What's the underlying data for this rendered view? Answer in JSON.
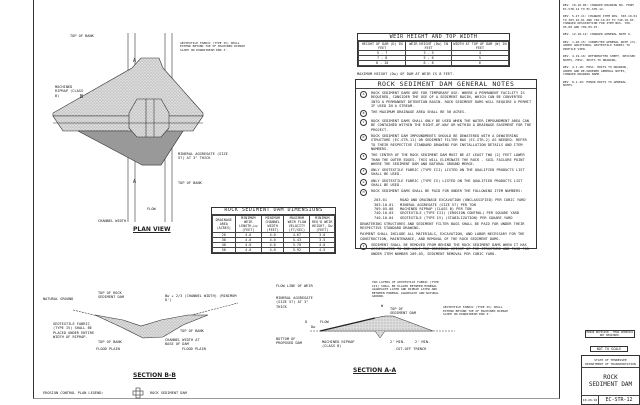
{
  "weir_table": {
    "title": "WEIR HEIGHT AND TOP WIDTH",
    "headers": [
      "HEIGHT OF DAM (D) IN FEET",
      "WEIR HEIGHT (Dw) IN FEET",
      "WIDTH AT TOP OF DAM (W) IN FEET"
    ],
    "rows": [
      [
        "5 - 7",
        "3 - 5",
        "4"
      ],
      [
        "7 - 8",
        "5 - 6",
        "5"
      ],
      [
        "8 - 10",
        "6 - 8",
        "6"
      ]
    ],
    "footnote": "MAXIMUM HEIGHT (Dw) OF DAM AT WEIR IS 8 FEET."
  },
  "notes": {
    "title": "ROCK SEDIMENT DAM GENERAL NOTES",
    "items": [
      {
        "n": "A",
        "text": "ROCK SEDIMENT DAMS ARE FOR TEMPORARY USE. WHERE A PERMANENT FACILITY IS REQUIRED, CONSIDER THE USE OF A SEDIMENT BASIN, WHICH CAN BE CONVERTED INTO A PERMANENT DETENTION BASIN. ROCK SEDIMENT DAMS WILL REQUIRE A PERMIT IF USED IN A STREAM."
      },
      {
        "n": "B",
        "text": "THE MAXIMUM DRAINAGE AREA SHALL BE 50 ACRES."
      },
      {
        "n": "C",
        "text": "ROCK SEDIMENT DAMS SHALL ONLY BE USED WHEN THE WATER IMPOUNDMENT AREA CAN BE CONTAINED WITHIN THE RIGHT-OF-WAY OR WITHIN A DRAINAGE EASEMENT FOR THE PROJECT."
      },
      {
        "n": "D",
        "text": "ROCK SEDIMENT DAM IMPOUNDMENTS SHOULD BE DEWATERED WITH A DEWATERING STRUCTURE (EC-STR-11) OR SEDIMENT FILTER BAG (EC-STR-2) AS NEEDED. REFER TO THEIR RESPECTIVE STANDARD DRAWING FOR INSTALLATION DETAILS AND ITEM NUMBERS."
      },
      {
        "n": "E",
        "text": "THE CENTER OF THE ROCK SEDIMENT DAM MUST BE AT LEAST TWO (2) FEET LOWER THAN THE OUTER EDGES. THIS WILL ELIMINATE THE ROCK - SOIL FAILURE POINT WHERE THE SEDIMENT DAM AND NATURAL GROUND MERGE."
      },
      {
        "n": "F",
        "text": "ONLY GEOTEXTILE FABRIC (TYPE III) LISTED ON THE QUALIFIED PRODUCTS LIST SHALL BE USED."
      },
      {
        "n": "G",
        "text": "ONLY GEOTEXTILE FABRIC (TYPE IV) LISTED ON THE QUALIFIED PRODUCTS LIST SHALL BE USED."
      },
      {
        "n": "H",
        "text": "ROCK SEDIMENT DAMS SHALL BE PAID FOR UNDER THE FOLLOWING ITEM NUMBERS:"
      }
    ],
    "pay_items": [
      [
        "203-01",
        "ROAD AND DRAINAGE EXCAVATION (UNCLASSIFIED) PER CUBIC YARD"
      ],
      [
        "303-10.01",
        "MINERAL AGGREGATE (SIZE 57) PER TON"
      ],
      [
        "709-05.08",
        "MACHINED RIPRAP (CLASS B) PER TON"
      ],
      [
        "740-10.03",
        "GEOTEXTILE (TYPE III) (EROSION CONTROL) PER SQUARE YARD"
      ],
      [
        "740-10.04",
        "GEOTEXTILE (TYPE IV) (STABILIZATION) PER SQUARE YARD"
      ]
    ],
    "para1": "DEWATERING STRUCTURES AND SEDIMENT FILTER BAGS SHALL BE PAID FOR UNDER THEIR RESPECTIVE STANDARD DRAWING.",
    "para2": "PAYMENT SHALL INCLUDE ALL MATERIALS, EXCAVATION, AND LABOR NECESSARY FOR THE CONSTRUCTION, MAINTENANCE, AND REMOVAL OF THE ROCK SEDIMENT DAMS.",
    "last": {
      "n": "I",
      "text": "SEDIMENT SHALL BE REMOVED FROM BEHIND THE ROCK SEDIMENT DAMS WHEN IT HAS ACCUMULATED TO ONE-HALF THE ORIGINAL HEIGHT OF THE STRUCTURE AND PAID FOR UNDER ITEM NUMBER 209-05, SEDIMENT REMOVAL PER CUBIC YARD."
    }
  },
  "dims_table": {
    "title": "ROCK SEDIMENT DAM DIMENSIONS",
    "headers": [
      "DRAINAGE AREA (ACRES)",
      "MINIMUM WEIR LENGTH,Lw (FEET)",
      "MINIMUM CHANNEL WIDTH (FEET)",
      "MAXIMUM WEIR FLOW VELOCITY (FT/SEC)",
      "MINIMUM REQ'D WEIR HEIGHT, Dw (FEET)"
    ],
    "rows": [
      [
        "20",
        "4.0",
        "4.0",
        "4.67",
        "3.0"
      ],
      [
        "30",
        "4.0",
        "4.0",
        "5.43",
        "3.5"
      ],
      [
        "40",
        "4.0",
        "4.0",
        "5.70",
        "4.0"
      ],
      [
        "50",
        "4.0",
        "4.0",
        "5.92",
        "4.5"
      ]
    ]
  },
  "revisions": [
    "REV. 10-16-06: CHANGED DRAWING NO. FROM EC-STR-12 TO EC-STR-12.",
    "REV. 5-27-11: CHANGED ITEM NOS. 303-10.01 TO 303-10.01 AND 740-10.03 TO 740-10.03. CHANGED DESCRIPTION FOR ITEM NOS. 709-05.08 AND 709-05.07.",
    "REV. 12-18-12: CHANGED GENERAL NOTE G.",
    "REV. 1-20-15: CORRECTED GENERAL NOTE (H). ADDED ADDITIONAL GEOTEXTILE FABRIC TO PROFILE VIEW.",
    "REV. 4-19-16: REFORMATTED SHEET, REVISED NOTES, MISC. EDITS TO DRAWING.",
    "REV. 4-1-18: MISC. EDITS TO DRAWING, ADDED AND RE-ORDERED GENERAL NOTES, CHANGED DRAWING NAME.",
    "REV. 8-1-19: MINOR EDITS TO GENERAL NOTES."
  ],
  "plan_view": {
    "title": "PLAN VIEW",
    "labels": {
      "top_of_bank": "TOP OF BANK",
      "geotextile": "GEOTEXTILE FABRIC (TYPE IV) SHALL EXTEND BEYOND TOE OF MACHINED RIPRAP SLOPE ON DOWNSTREAM END 3'.",
      "riprap": "MACHINED RIPRAP (CLASS B)",
      "aggregate": "MINERAL AGGREGATE (SIZE 57) AT 3\" THICK",
      "flow": "FLOW",
      "channel_width": "CHANNEL WIDTH",
      "a": "A",
      "b": "B"
    }
  },
  "section_bb": {
    "title": "SECTION B-B",
    "labels": {
      "natural_ground": "NATURAL GROUND",
      "top_rock": "TOP OF ROCK SEDIMENT DAM",
      "bw": "Bw + 2/3 (CHANNEL WIDTH) (MINIMUM 8')",
      "geotextile": "GEOTEXTILE FABRIC (TYPE IV) SHALL BE PLACED UNDER ENTIRE WIDTH OF RIPRAP.",
      "top_bank": "TOP OF BANK",
      "channel_base": "CHANNEL WIDTH AT BASE OF DAM",
      "flood_plain": "FLOOD PLAIN"
    }
  },
  "section_aa": {
    "title": "SECTION A-A",
    "labels": {
      "flow_line": "FLOW LINE OF WEIR",
      "two_layers": "TWO LAYERS OF GEOTEXTILE FABRIC (TYPE III) SHALL BE PLACED BETWEEN MINERAL AGGREGATE LAYER AND RIPRAP LAYER AND BETWEEN MINERAL AGGREGATE AND NATURAL GROUND.",
      "aggregate": "MINERAL AGGREGATE (SIZE 57) AT 3\" THICK",
      "top_dam": "TOP OF SEDIMENT DAM",
      "geotextile": "GEOTEXTILE FABRIC (TYPE IV) SHALL EXTEND BEYOND TOE OF MACHINED RIPRAP SLOPE ON DOWNSTREAM END 3'.",
      "flow": "FLOW",
      "bottom": "BOTTOM OF PROPOSED DAM",
      "riprap": "MACHINED RIPRAP (CLASS B)",
      "min1": "2' MIN.",
      "min2": "2' MIN.",
      "cutoff": "CUT-OFF TRENCH",
      "w": "W",
      "d": "D",
      "dw": "Dw"
    }
  },
  "legend": {
    "label": "EROSION CONTROL PLAN LEGEND:",
    "item": "ROCK SEDIMENT DAM"
  },
  "title_block": {
    "minor_rev": "MINOR REVISION - FHWA APPROVAL NOT REQUIRED.",
    "not_to_scale": "NOT TO SCALE",
    "state": "STATE OF TENNESSEE",
    "dept": "DEPARTMENT OF TRANSPORTATION",
    "name1": "ROCK",
    "name2": "SEDIMENT DAM",
    "date": "10-26-92",
    "drawing_no": "EC-STR-12"
  }
}
